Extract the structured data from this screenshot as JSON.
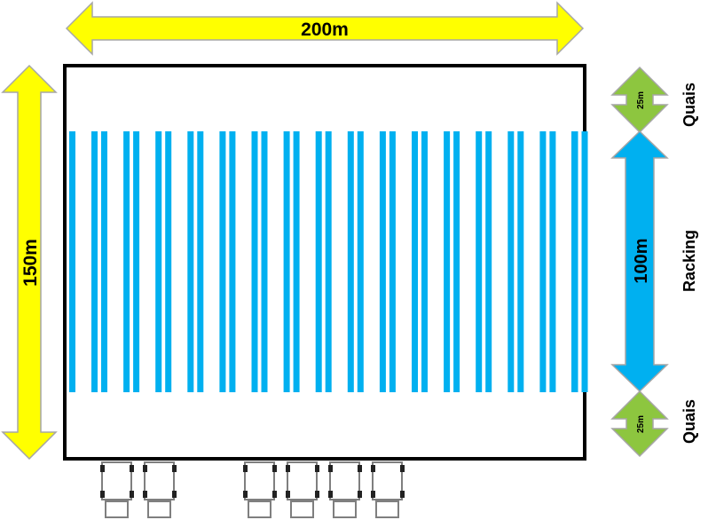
{
  "dimensions": {
    "width_label": "200m",
    "height_label": "150m",
    "racking_length_label": "100m",
    "dock_top_depth_label": "25m",
    "dock_bottom_depth_label": "25m"
  },
  "zones": {
    "top_dock_label": "Quais",
    "racking_label": "Racking",
    "bottom_dock_label": "Quais"
  },
  "layout": {
    "racking_aisles": 16,
    "trucks_left_group": 2,
    "trucks_right_group": 4
  },
  "colors": {
    "dimension_arrow": "#ffff00",
    "dock_arrow": "#8dc63f",
    "racking_arrow": "#00b0f0",
    "racking_bar": "#00b0f0",
    "building_outline": "#000000",
    "truck_outline": "#7f7f7f"
  }
}
